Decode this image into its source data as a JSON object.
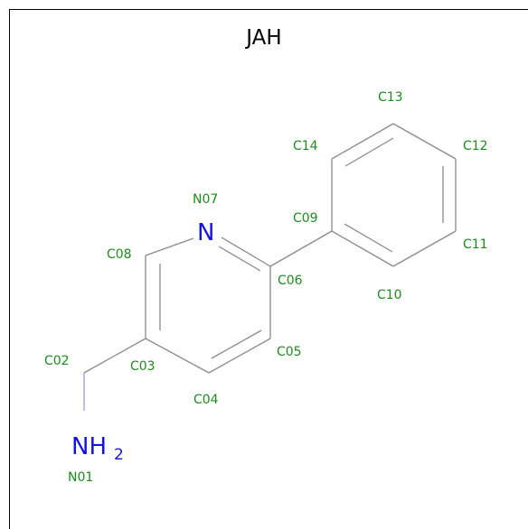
{
  "title": "JAH",
  "atom_symbols": {
    "n07": "N",
    "n01_main": "NH",
    "n01_sub": "2"
  },
  "atom_labels": {
    "N01": "N01",
    "C02": "C02",
    "C03": "C03",
    "C04": "C04",
    "C05": "C05",
    "C06": "C06",
    "N07": "N07",
    "C08": "C08",
    "C09": "C09",
    "C10": "C10",
    "C11": "C11",
    "C12": "C12",
    "C13": "C13",
    "C14": "C14"
  },
  "colors": {
    "label": "#1e8a1e",
    "nitrogen": "#1414e0",
    "bond": "#8a8a8a"
  }
}
